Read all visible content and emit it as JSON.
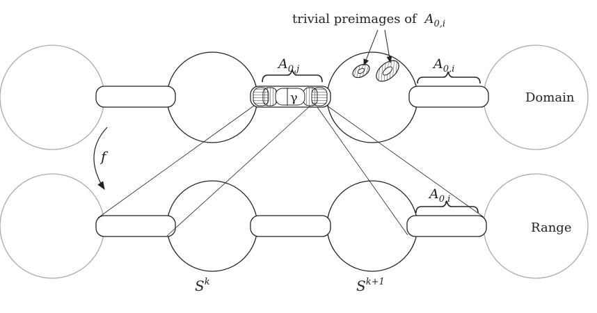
{
  "labels": {
    "trivial_preimages": "trivial preimages of",
    "a_main": "A",
    "a_sub_0j": "0,j",
    "a_sub_0i": "0,i",
    "gamma": "γ",
    "domain": "Domain",
    "range": "Range",
    "f": "f",
    "s_main": "S",
    "s_sup_k": "k",
    "s_sup_k1": "k+1"
  },
  "colors": {
    "stroke": "#222222",
    "faint_stroke": "#aaaaaa",
    "fill": "#ffffff"
  }
}
